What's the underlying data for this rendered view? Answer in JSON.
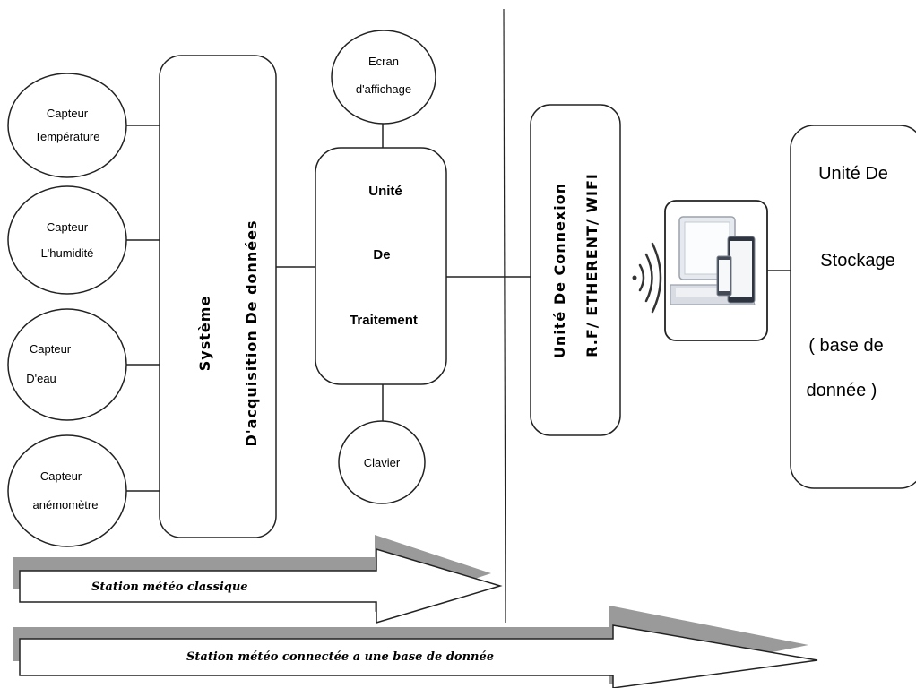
{
  "sensors": [
    {
      "line1": "Capteur",
      "line2": "Température"
    },
    {
      "line1": "Capteur",
      "line2": "L'humidité"
    },
    {
      "line1": "Capteur",
      "line2": "D'eau"
    },
    {
      "line1": "Capteur",
      "line2": "anémomètre"
    }
  ],
  "acquisition": {
    "line1": "Système",
    "line2": "D'acquisition  De données"
  },
  "display": {
    "line1": "Ecran",
    "line2": "d'affichage"
  },
  "keyboard": {
    "label": "Clavier"
  },
  "processing": {
    "line1": "Unité",
    "line2": "De",
    "line3": "Traitement"
  },
  "connection": {
    "line1": "Unité  De  Connexion",
    "line2": "R.F/  ETHERENT/  WIFI"
  },
  "storage": {
    "line1": "Unité De",
    "line2": "Stockage",
    "line3": "( base de",
    "line4": "donnée  )"
  },
  "arrows": {
    "classic": "Station météo classique",
    "connected": "Station météo connectée a une base de donnée"
  },
  "icons": {
    "devices": "devices-icon",
    "wireless": "wireless-signal-icon"
  }
}
